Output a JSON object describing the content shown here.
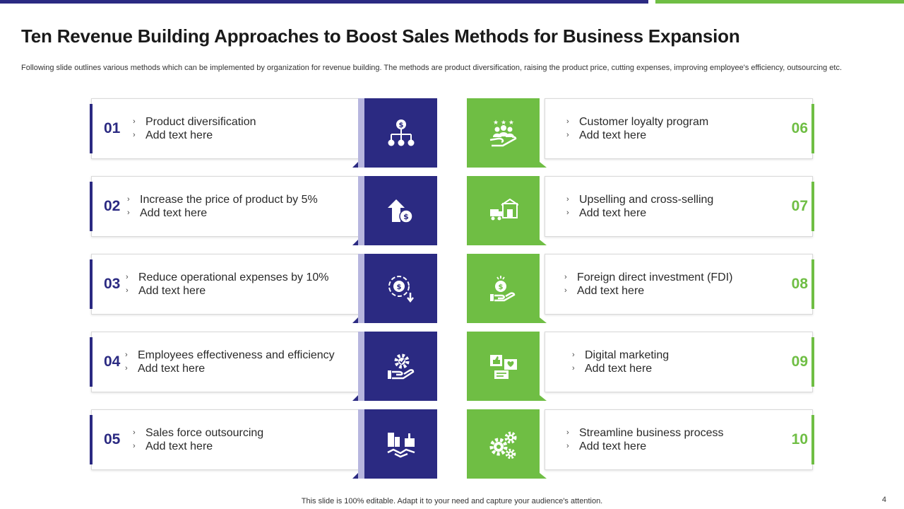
{
  "header": {
    "title": "Ten Revenue Building Approaches to Boost Sales Methods for Business Expansion",
    "subtitle": "Following slide outlines various methods which can be implemented by organization for revenue building. The methods are product diversification, raising the product price, cutting expenses, improving employee's efficiency, outsourcing etc."
  },
  "colors": {
    "primary": "#2b2a82",
    "accent": "#6fbe44",
    "primary_light": "#b7b6de"
  },
  "left_items": [
    {
      "num": "01",
      "title": "Product diversification",
      "desc": "Add text here",
      "icon": "dollar-hierarchy-icon"
    },
    {
      "num": "02",
      "title": "Increase the price of product by 5%",
      "desc": "Add text here",
      "icon": "price-increase-icon"
    },
    {
      "num": "03",
      "title": "Reduce operational expenses by 10%",
      "desc": "Add text here",
      "icon": "cost-reduction-icon"
    },
    {
      "num": "04",
      "title": "Employees effectiveness and efficiency",
      "desc": "Add text here",
      "icon": "gear-hand-icon"
    },
    {
      "num": "05",
      "title": "Sales force outsourcing",
      "desc": "Add text here",
      "icon": "handshake-buildings-icon"
    }
  ],
  "right_items": [
    {
      "num": "06",
      "title": "Customer loyalty program",
      "desc": "Add text here",
      "icon": "loyalty-stars-hand-icon"
    },
    {
      "num": "07",
      "title": "Upselling and cross-selling",
      "desc": "Add text here",
      "icon": "store-truck-icon"
    },
    {
      "num": "08",
      "title": "Foreign direct investment (FDI)",
      "desc": "Add text here",
      "icon": "coin-hand-icon"
    },
    {
      "num": "09",
      "title": "Digital marketing",
      "desc": "Add text here",
      "icon": "social-like-icon"
    },
    {
      "num": "10",
      "title": "Streamline business process",
      "desc": "Add text here",
      "icon": "gears-icon"
    }
  ],
  "footer": {
    "note": "This slide is 100% editable. Adapt it to your need and capture your audience's attention.",
    "page": "4"
  }
}
